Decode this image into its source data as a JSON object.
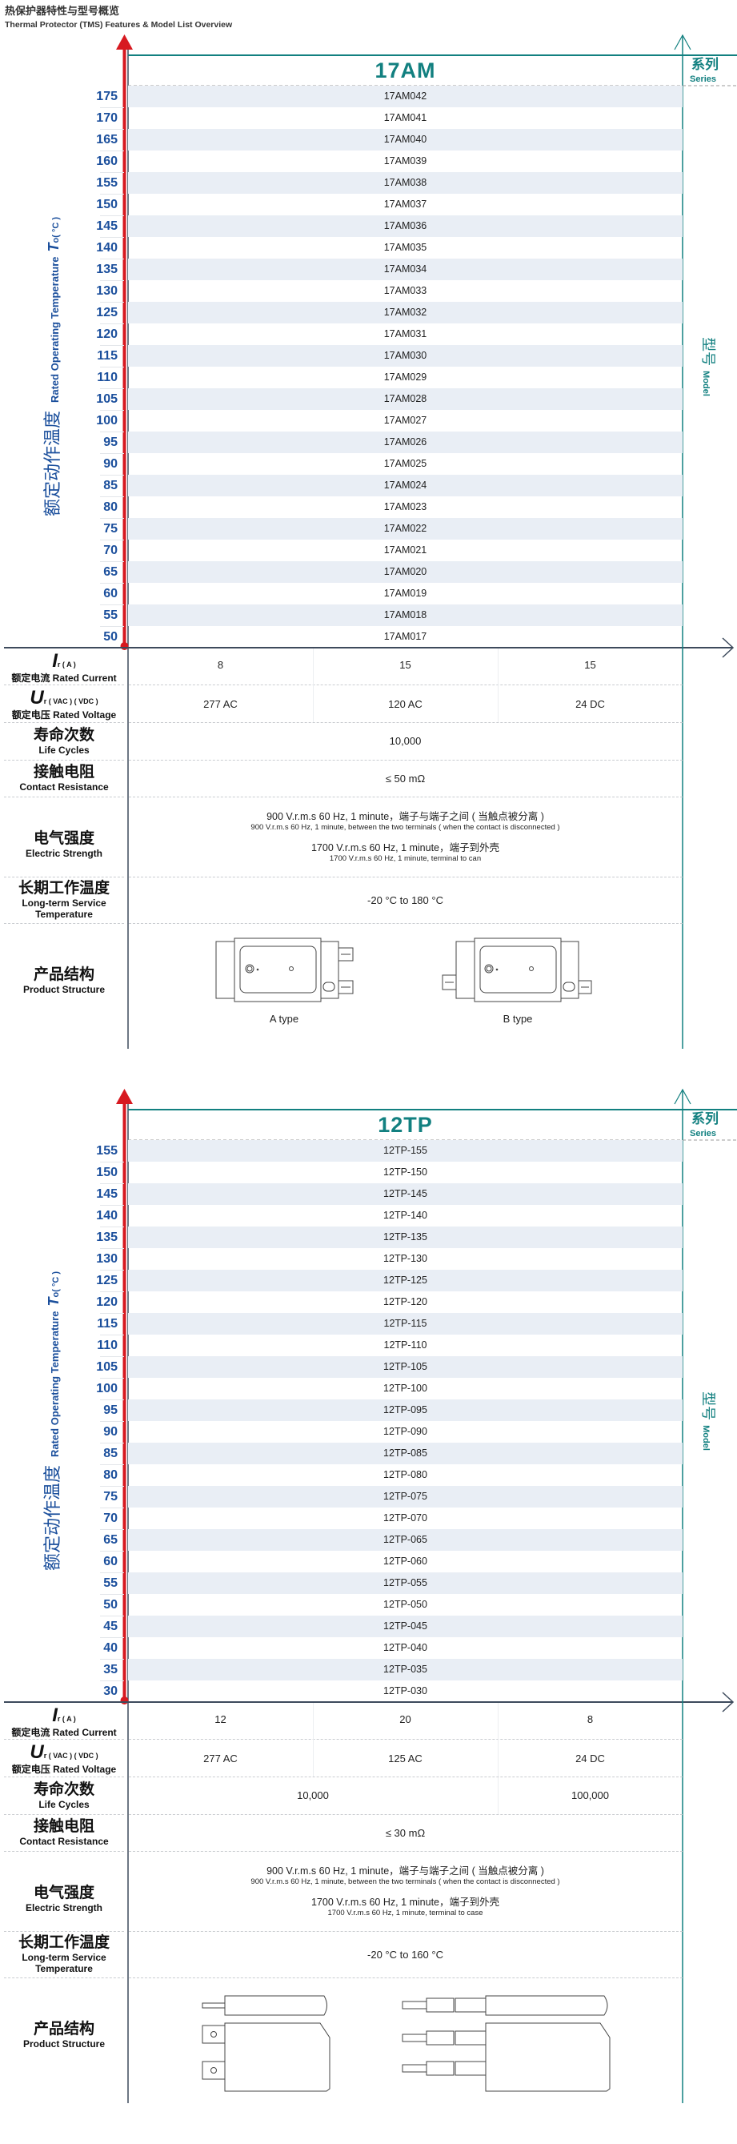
{
  "page": {
    "title_cn": "热保护器特性与型号概览",
    "title_en": "Thermal Protector (TMS) Features & Model List Overview"
  },
  "axis_labels": {
    "temp_cn": "额定动作温度",
    "temp_en": "Rated Operating Temperature",
    "temp_symbol": "T",
    "temp_sub": "o",
    "temp_unit": "( °C )",
    "series_cn": "系列",
    "series_en": "Series",
    "model_cn": "型号",
    "model_en": "Model"
  },
  "spec_labels": {
    "current_symbol": "I",
    "current_sub": "r ( A )",
    "current_text": "额定电流 Rated Current",
    "voltage_symbol": "U",
    "voltage_sub": "r ( VAC ) ( VDC )",
    "voltage_text": "额定电压 Rated Voltage",
    "life_cn": "寿命次数",
    "life_en": "Life Cycles",
    "contact_cn": "接触电阻",
    "contact_en": "Contact Resistance",
    "electric_cn": "电气强度",
    "electric_en": "Electric Strength",
    "service_cn": "长期工作温度",
    "service_en_1": "Long-term Service",
    "service_en_2": "Temperature",
    "structure_cn": "产品结构",
    "structure_en": "Product Structure"
  },
  "colors": {
    "temperature_blue": "#1b4f9c",
    "series_teal": "#128080",
    "arrow_red": "#d71920",
    "axis_dark": "#3d4a5c",
    "row_shade": "#e9eef5"
  },
  "sections": [
    {
      "series": "17AM",
      "rows": [
        {
          "temp": "175",
          "model": "17AM042"
        },
        {
          "temp": "170",
          "model": "17AM041"
        },
        {
          "temp": "165",
          "model": "17AM040"
        },
        {
          "temp": "160",
          "model": "17AM039"
        },
        {
          "temp": "155",
          "model": "17AM038"
        },
        {
          "temp": "150",
          "model": "17AM037"
        },
        {
          "temp": "145",
          "model": "17AM036"
        },
        {
          "temp": "140",
          "model": "17AM035"
        },
        {
          "temp": "135",
          "model": "17AM034"
        },
        {
          "temp": "130",
          "model": "17AM033"
        },
        {
          "temp": "125",
          "model": "17AM032"
        },
        {
          "temp": "120",
          "model": "17AM031"
        },
        {
          "temp": "115",
          "model": "17AM030"
        },
        {
          "temp": "110",
          "model": "17AM029"
        },
        {
          "temp": "105",
          "model": "17AM028"
        },
        {
          "temp": "100",
          "model": "17AM027"
        },
        {
          "temp": "95",
          "model": "17AM026"
        },
        {
          "temp": "90",
          "model": "17AM025"
        },
        {
          "temp": "85",
          "model": "17AM024"
        },
        {
          "temp": "80",
          "model": "17AM023"
        },
        {
          "temp": "75",
          "model": "17AM022"
        },
        {
          "temp": "70",
          "model": "17AM021"
        },
        {
          "temp": "65",
          "model": "17AM020"
        },
        {
          "temp": "60",
          "model": "17AM019"
        },
        {
          "temp": "55",
          "model": "17AM018"
        },
        {
          "temp": "50",
          "model": "17AM017"
        }
      ],
      "current": [
        "8",
        "15",
        "15"
      ],
      "voltage": [
        "277 AC",
        "120 AC",
        "24 DC"
      ],
      "life": [
        {
          "value": "10,000",
          "span": 3
        }
      ],
      "contact": "≤ 50 mΩ",
      "electric": {
        "line1": "900 V.r.m.s 60 Hz, 1 minute，端子与端子之间 ( 当触点被分离 )",
        "line2": "900 V.r.m.s 60 Hz, 1 minute, between the two terminals ( when the contact is disconnected )",
        "line3": "1700 V.r.m.s 60 Hz, 1 minute，端子到外壳",
        "line4": "1700 V.r.m.s 60 Hz, 1 minute, terminal to can"
      },
      "service_temp": "-20 °C to 180 °C",
      "structure_captions": [
        "A type",
        "B type"
      ]
    },
    {
      "series": "12TP",
      "rows": [
        {
          "temp": "155",
          "model": "12TP-155"
        },
        {
          "temp": "150",
          "model": "12TP-150"
        },
        {
          "temp": "145",
          "model": "12TP-145"
        },
        {
          "temp": "140",
          "model": "12TP-140"
        },
        {
          "temp": "135",
          "model": "12TP-135"
        },
        {
          "temp": "130",
          "model": "12TP-130"
        },
        {
          "temp": "125",
          "model": "12TP-125"
        },
        {
          "temp": "120",
          "model": "12TP-120"
        },
        {
          "temp": "115",
          "model": "12TP-115"
        },
        {
          "temp": "110",
          "model": "12TP-110"
        },
        {
          "temp": "105",
          "model": "12TP-105"
        },
        {
          "temp": "100",
          "model": "12TP-100"
        },
        {
          "temp": "95",
          "model": "12TP-095"
        },
        {
          "temp": "90",
          "model": "12TP-090"
        },
        {
          "temp": "85",
          "model": "12TP-085"
        },
        {
          "temp": "80",
          "model": "12TP-080"
        },
        {
          "temp": "75",
          "model": "12TP-075"
        },
        {
          "temp": "70",
          "model": "12TP-070"
        },
        {
          "temp": "65",
          "model": "12TP-065"
        },
        {
          "temp": "60",
          "model": "12TP-060"
        },
        {
          "temp": "55",
          "model": "12TP-055"
        },
        {
          "temp": "50",
          "model": "12TP-050"
        },
        {
          "temp": "45",
          "model": "12TP-045"
        },
        {
          "temp": "40",
          "model": "12TP-040"
        },
        {
          "temp": "35",
          "model": "12TP-035"
        },
        {
          "temp": "30",
          "model": "12TP-030"
        }
      ],
      "current": [
        "12",
        "20",
        "8"
      ],
      "voltage": [
        "277 AC",
        "125 AC",
        "24 DC"
      ],
      "life": [
        {
          "value": "10,000",
          "span": 2
        },
        {
          "value": "100,000",
          "span": 1
        }
      ],
      "contact": "≤ 30 mΩ",
      "electric": {
        "line1": "900 V.r.m.s 60 Hz, 1 minute，端子与端子之间 ( 当触点被分离 )",
        "line2": "900 V.r.m.s 60 Hz, 1 minute, between the two terminals ( when the contact is disconnected )",
        "line3": "1700 V.r.m.s 60 Hz, 1 minute，端子到外壳",
        "line4": "1700 V.r.m.s 60 Hz, 1 minute, terminal to case"
      },
      "service_temp": "-20 °C to 160 °C",
      "structure_captions": []
    }
  ]
}
